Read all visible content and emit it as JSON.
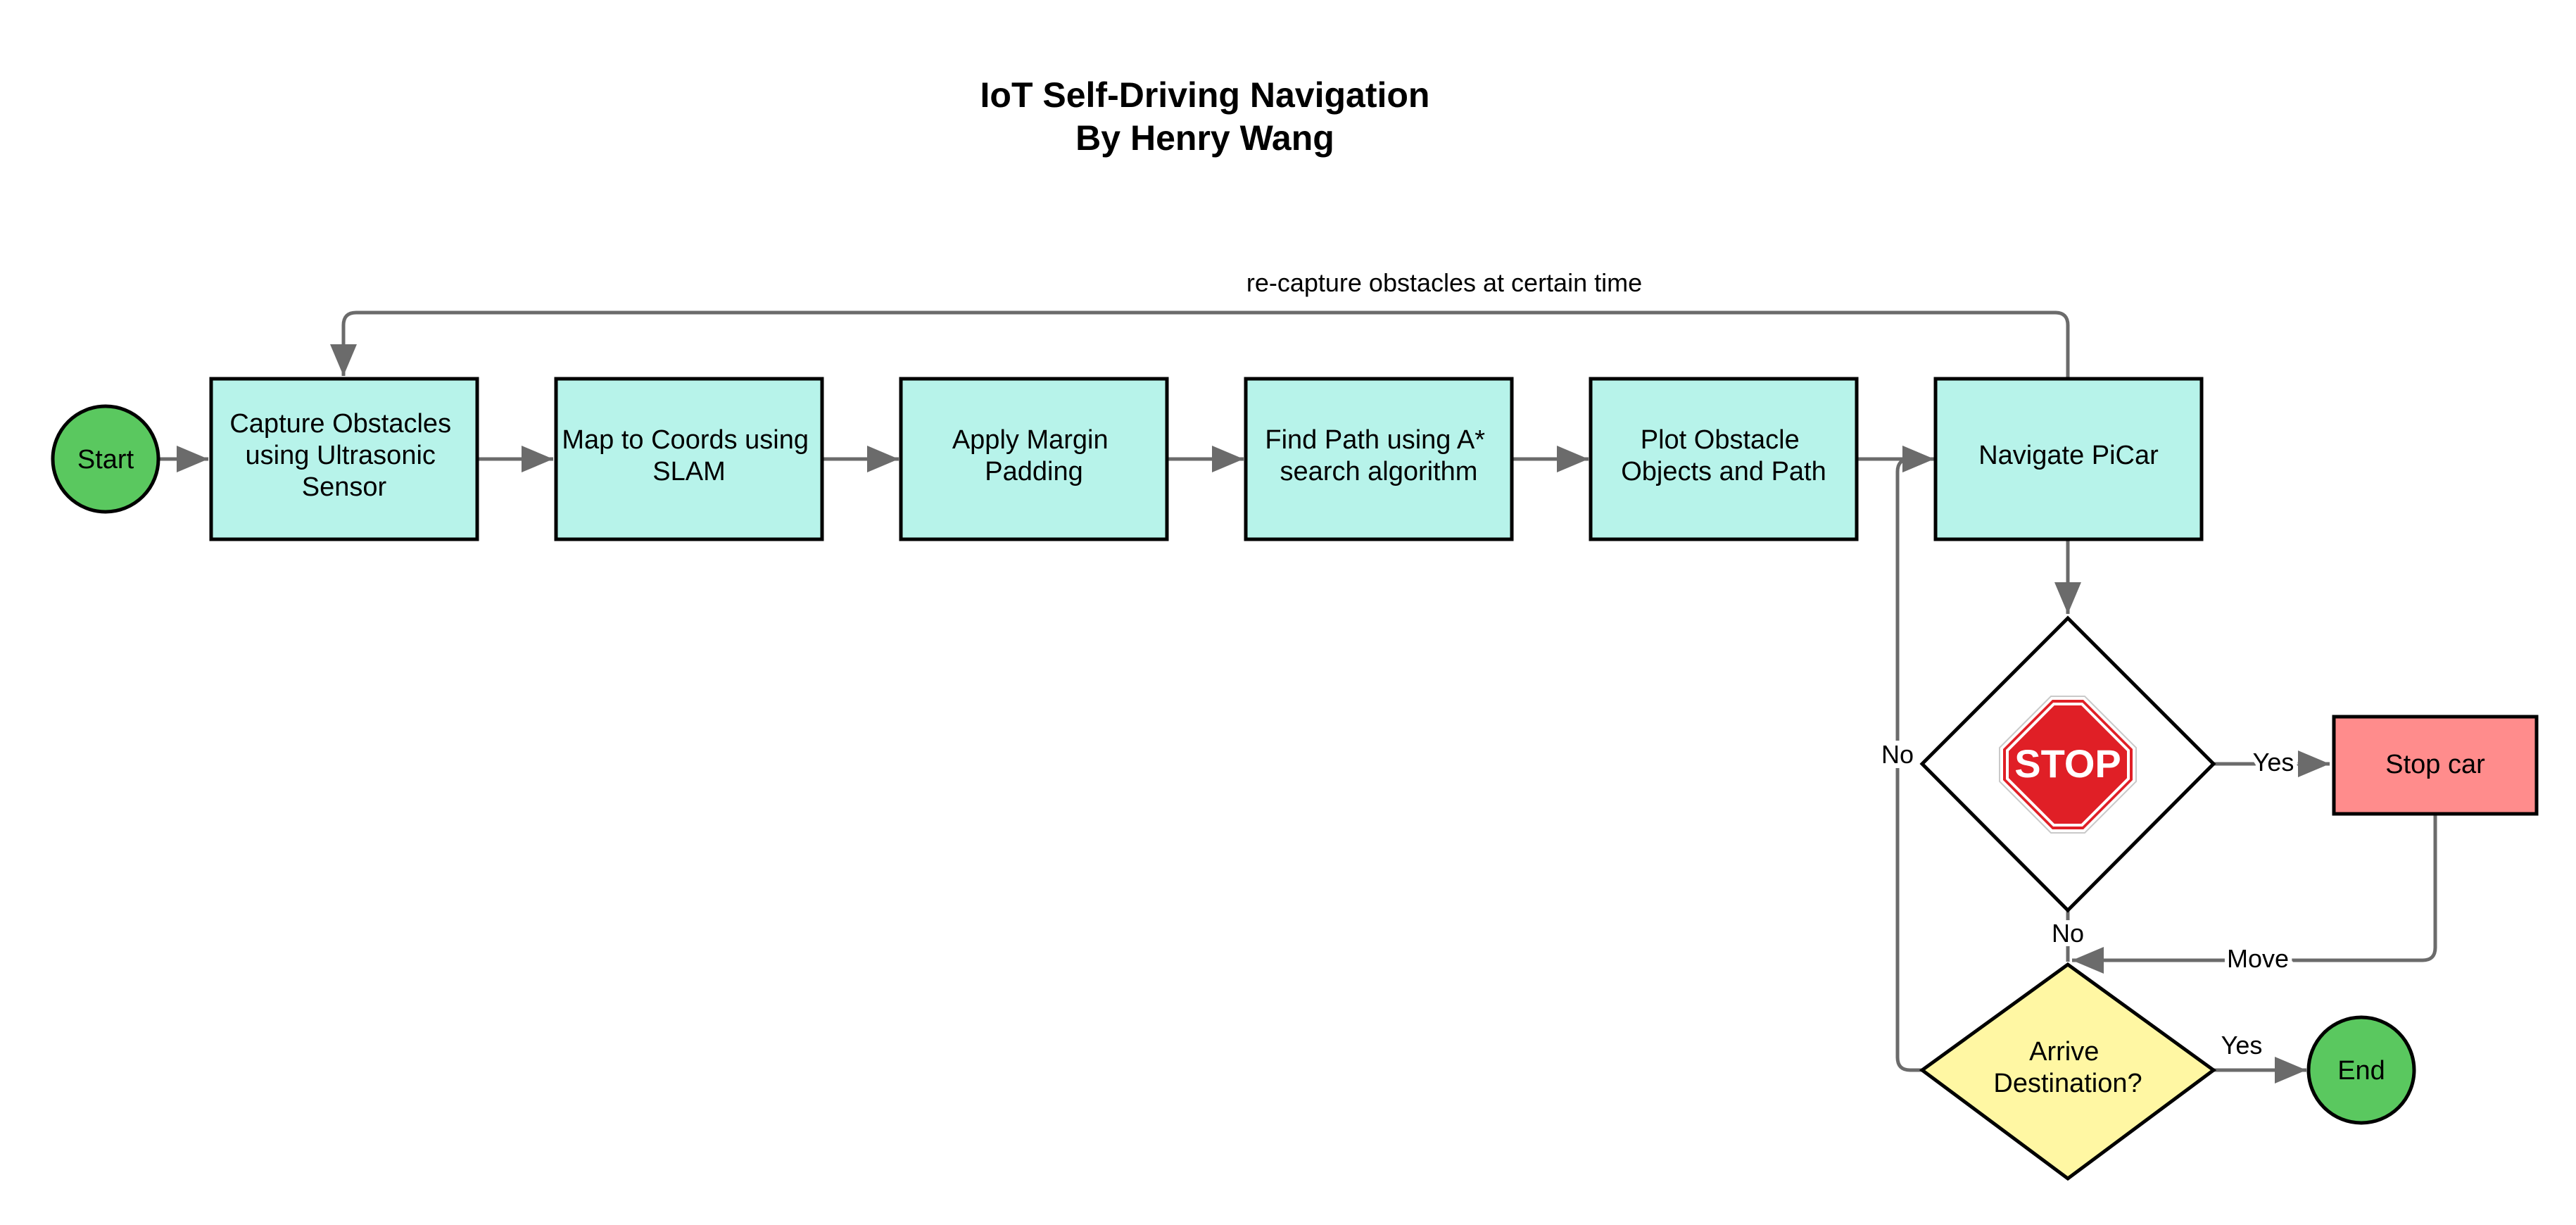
{
  "title": {
    "line1": "IoT Self-Driving Navigation",
    "line2": "By Henry Wang"
  },
  "colors": {
    "process_fill": "#b7f3ea",
    "terminal_fill": "#5ac85f",
    "stop_fill": "#ff8c8c",
    "decision_fill": "#fff7a3",
    "stop_sign_red": "#e01f26",
    "edge": "#6b6b6b"
  },
  "nodes": {
    "start": {
      "label": "Start"
    },
    "capture": {
      "lines": [
        "Capture Obstacles",
        "using Ultrasonic",
        "Sensor"
      ]
    },
    "map": {
      "lines": [
        "Map to Coords using",
        "SLAM"
      ]
    },
    "margin": {
      "lines": [
        "Apply Margin",
        "Padding"
      ]
    },
    "findpath": {
      "lines": [
        "Find Path using A*",
        "search algorithm"
      ]
    },
    "plot": {
      "lines": [
        "Plot Obstacle",
        "Objects and Path"
      ]
    },
    "navigate": {
      "label": "Navigate PiCar"
    },
    "stop_decision": {
      "icon": "stop-sign-icon",
      "sign_text": "STOP"
    },
    "stopcar": {
      "label": "Stop car"
    },
    "arrive": {
      "lines": [
        "Arrive",
        "Destination?"
      ]
    },
    "end": {
      "label": "End"
    }
  },
  "edges": {
    "recapture": "re-capture obstacles at certain time",
    "stop_yes": "Yes",
    "stop_no": "No",
    "move": "Move",
    "arrive_yes": "Yes",
    "arrive_no": "No"
  }
}
